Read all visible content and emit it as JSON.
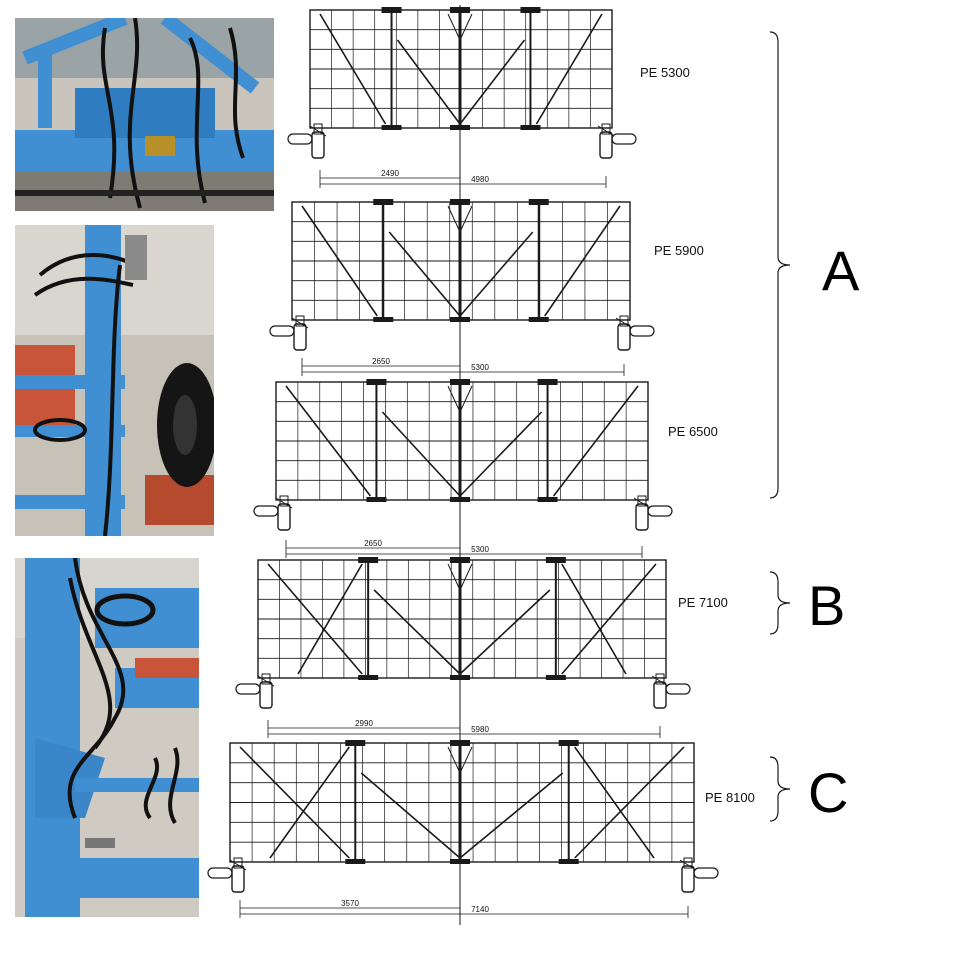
{
  "photos": [
    {
      "name": "photo-hitch-frame",
      "subject": "blue tillage frame with hydraulic hoses"
    },
    {
      "name": "photo-depth-wheel",
      "subject": "blue frame post with black depth wheel"
    },
    {
      "name": "photo-frame-leg",
      "subject": "blue frame leg with hoses and tines"
    }
  ],
  "frames": [
    {
      "id": "pe5300",
      "model": "PE 5300",
      "half_width": "2490",
      "full_width": "4980"
    },
    {
      "id": "pe5900",
      "model": "PE 5900",
      "half_width": "2650",
      "full_width": "5300"
    },
    {
      "id": "pe6500",
      "model": "PE 6500",
      "half_width": "2650",
      "full_width": "5300"
    },
    {
      "id": "pe7100",
      "model": "PE 7100",
      "half_width": "2990",
      "full_width": "5980"
    },
    {
      "id": "pe8100",
      "model": "PE 8100",
      "half_width": "3570",
      "full_width": "7140"
    }
  ],
  "groups": [
    {
      "letter": "A",
      "models": [
        "PE 5300",
        "PE 5900",
        "PE 6500"
      ]
    },
    {
      "letter": "B",
      "models": [
        "PE 7100"
      ]
    },
    {
      "letter": "C",
      "models": [
        "PE 8100"
      ]
    }
  ],
  "colors": {
    "frame_blue": "#3f8fd2",
    "line": "#1a1a1a"
  }
}
